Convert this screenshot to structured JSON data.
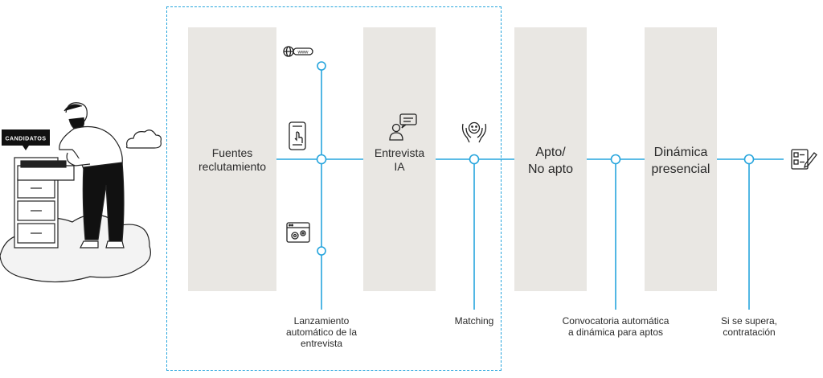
{
  "illustration": {
    "drawer_tag": "CANDIDATOS"
  },
  "stages": {
    "fuentes": "Fuentes\nreclutamiento",
    "entrevista": "Entrevista\nIA",
    "apto": "Apto/\nNo apto",
    "dinamica": "Dinámica\npresencial"
  },
  "captions": {
    "lanzamiento": "Lanzamiento\nautomático de la\nentrevista",
    "matching": "Matching",
    "convocatoria": "Convocatoria automática\na dinámica para aptos",
    "contratacion": "Si se supera,\ncontratación"
  },
  "icons": {
    "www": "www-globe-icon",
    "phone": "phone-touch-icon",
    "browser_gears": "browser-gears-icon",
    "chat_person": "person-chat-icon",
    "hands_smile": "hands-smile-icon",
    "checklist": "checklist-pencil-icon"
  },
  "colors": {
    "flow_line": "#27a5dd",
    "column_fill": "#e9e7e3"
  }
}
